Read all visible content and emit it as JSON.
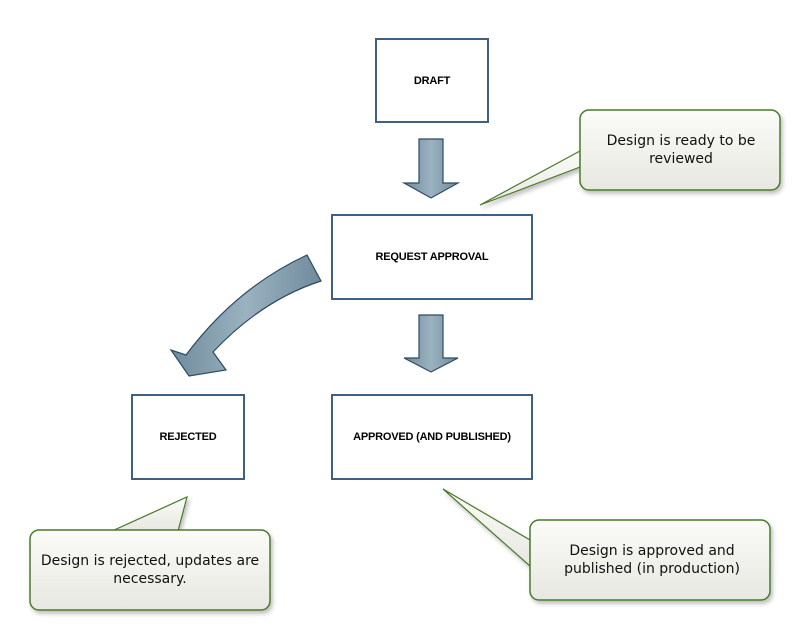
{
  "states": {
    "draft": "DRAFT",
    "request_approval": "REQUEST APPROVAL",
    "rejected": "REJECTED",
    "approved": "APPROVED (AND PUBLISHED)"
  },
  "notes": {
    "review": "Design is ready to be reviewed",
    "rejected": "Design is rejected, updates are necessary.",
    "approved": "Design is approved and published (in production)"
  },
  "colors": {
    "box_border": "#3f6080",
    "arrow_fill": "#7f9aab",
    "arrow_stroke": "#2d4a60",
    "callout_fill": "#f2f2ee",
    "callout_stroke": "#4a7a2a"
  }
}
